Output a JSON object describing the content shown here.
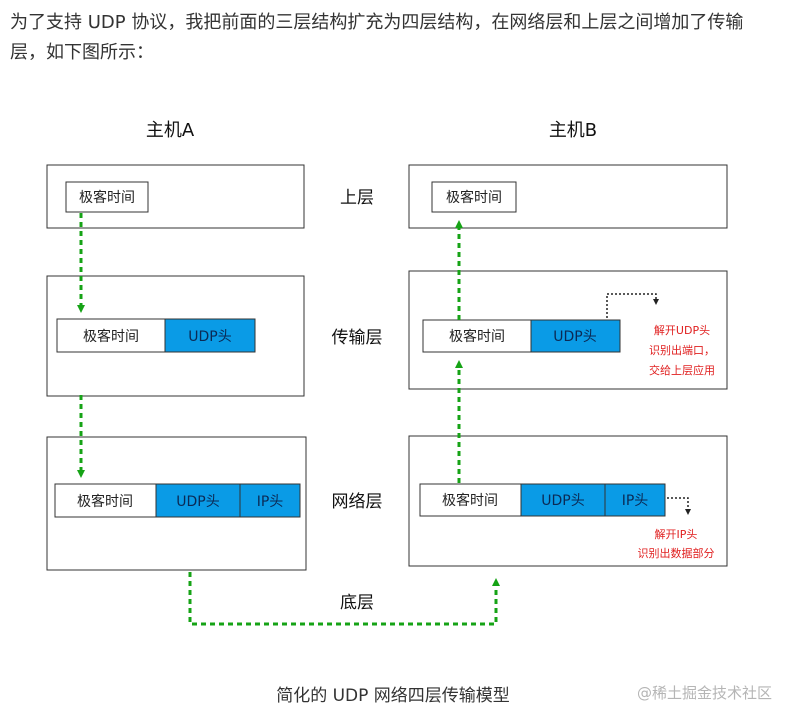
{
  "intro_text": "为了支持 UDP 协议，我把前面的三层结构扩充为四层结构，在网络层和上层之间增加了传输层，如下图所示：",
  "hosts": {
    "a": "主机A",
    "b": "主机B"
  },
  "layers": {
    "upper": "上层",
    "transport": "传输层",
    "network": "网络层",
    "bottom": "底层"
  },
  "cells": {
    "data": "极客时间",
    "udp": "UDP头",
    "ip": "IP头"
  },
  "notes": {
    "udp": [
      "解开UDP头",
      "识别出端口，",
      "交给上层应用"
    ],
    "ip": [
      "解开IP头",
      "识别出数据部分"
    ]
  },
  "caption": "简化的 UDP 网络四层传输模型",
  "watermark": "@稀土掘金技术社区",
  "colors": {
    "header_blue": "#0a9be6",
    "arrow_green": "#16a316",
    "note_red": "#e02020"
  }
}
